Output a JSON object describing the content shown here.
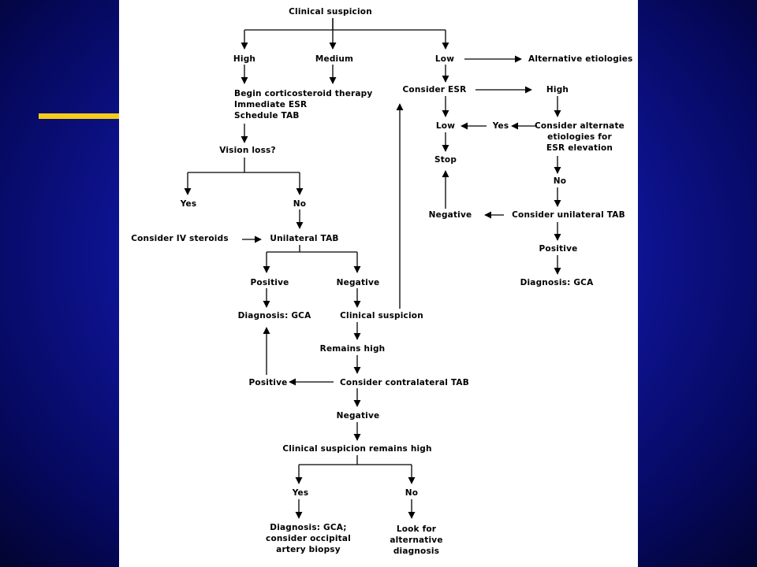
{
  "colors": {
    "background": "#1016a0",
    "accent_bar": "#f5cc1c",
    "panel": "#ffffff"
  },
  "flow": {
    "top_suspicion": "Clinical suspicion",
    "high": "High",
    "medium": "Medium",
    "low": "Low",
    "alt_etiologies": "Alternative etiologies",
    "begin_therapy": "Begin corticosteroid therapy\nImmediate ESR\nSchedule TAB",
    "consider_esr": "Consider ESR",
    "esr_high": "High",
    "esr_low": "Low",
    "esr_yes": "Yes",
    "consider_alternate": "Consider alternate\netiologies for\nESR elevation",
    "stop": "Stop",
    "esr_no": "No",
    "esr_negative": "Negative",
    "consider_unilateral": "Consider unilateral TAB",
    "esr_positive": "Positive",
    "esr_diagnosis": "Diagnosis: GCA",
    "vision_loss": "Vision loss?",
    "vision_yes": "Yes",
    "vision_no": "No",
    "consider_iv": "Consider IV steroids",
    "unilateral_tab": "Unilateral TAB",
    "tab_positive": "Positive",
    "tab_negative": "Negative",
    "tab_diagnosis": "Diagnosis: GCA",
    "clinical_suspicion_2": "Clinical suspicion",
    "remains_high": "Remains high",
    "contra_positive": "Positive",
    "consider_contralateral": "Consider contralateral TAB",
    "contra_negative": "Negative",
    "remains_high_2": "Clinical suspicion remains high",
    "final_yes": "Yes",
    "final_no": "No",
    "final_diagnosis": "Diagnosis: GCA;\nconsider occipital\nartery biopsy",
    "look_alternative": "Look for\nalternative\ndiagnosis"
  }
}
